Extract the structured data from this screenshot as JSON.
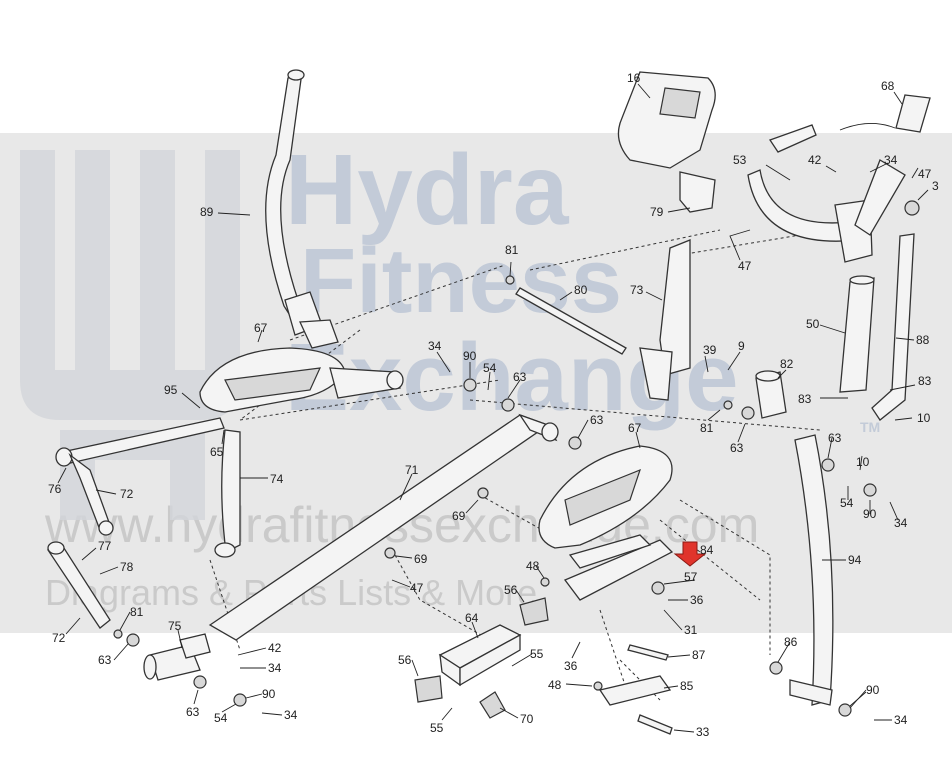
{
  "watermark": {
    "brand_line1": "Hydra",
    "brand_line2": "Fitness",
    "brand_line3": "Exchange",
    "trademark": "TM",
    "url": "www.hydrafitnessexchange.com",
    "tagline": "Diagrams & Parts Lists & More"
  },
  "highlight_color": "#e0342c",
  "callouts": {
    "c16": "16",
    "c68": "68",
    "c53": "53",
    "c42a": "42",
    "c34a": "34",
    "c47a": "47",
    "c3": "3",
    "c79": "79",
    "c47b": "47",
    "c89": "89",
    "c81a": "81",
    "c80": "80",
    "c73": "73",
    "c50": "50",
    "c88": "88",
    "c67a": "67",
    "c34b": "34",
    "c90a": "90",
    "c54a": "54",
    "c63a": "63",
    "c39": "39",
    "c9": "9",
    "c82": "82",
    "c95": "95",
    "c83a": "83",
    "c83b": "83",
    "c10a": "10",
    "c81b": "81",
    "c63b": "63",
    "c63c": "63",
    "c65": "65",
    "c63d": "63",
    "c67b": "67",
    "c10b": "10",
    "c76": "76",
    "c72a": "72",
    "c74": "74",
    "c71": "71",
    "c54b": "54",
    "c90b": "90",
    "c34c": "34",
    "c69a": "69",
    "c94": "94",
    "c77": "77",
    "c78": "78",
    "c69b": "69",
    "c48a": "48",
    "c84": "84",
    "c57": "57",
    "c47c": "47",
    "c56a": "56",
    "c36a": "36",
    "c72b": "72",
    "c81c": "81",
    "c64": "64",
    "c31": "31",
    "c75": "75",
    "c42b": "42",
    "c55a": "55",
    "c63e": "63",
    "c34d": "34",
    "c86": "86",
    "c87": "87",
    "c36b": "36",
    "c56b": "56",
    "c48b": "48",
    "c85": "85",
    "c90c": "90",
    "c63f": "63",
    "c54c": "54",
    "c34e": "34",
    "c55b": "55",
    "c70": "70",
    "c33": "33",
    "c90d": "90",
    "c34f": "34"
  }
}
